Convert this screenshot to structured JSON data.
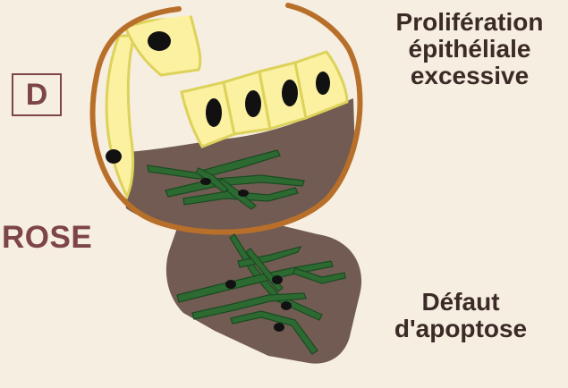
{
  "panel": {
    "letter": "D",
    "side_label": "ROSE"
  },
  "captions": {
    "top": [
      "Prolifération",
      "épithéliale",
      "excessive"
    ],
    "bottom": [
      "Défaut",
      "d'apoptose"
    ]
  },
  "colors": {
    "background": "#f6eee1",
    "accent": "#7d4548",
    "capsule": "#b86f2a",
    "epithelium_fill": "#fbf1a0",
    "epithelium_outline": "#ddd25a",
    "stroma": "#715b52",
    "fibroblast": "#2d6a32",
    "nucleus": "#111111"
  }
}
